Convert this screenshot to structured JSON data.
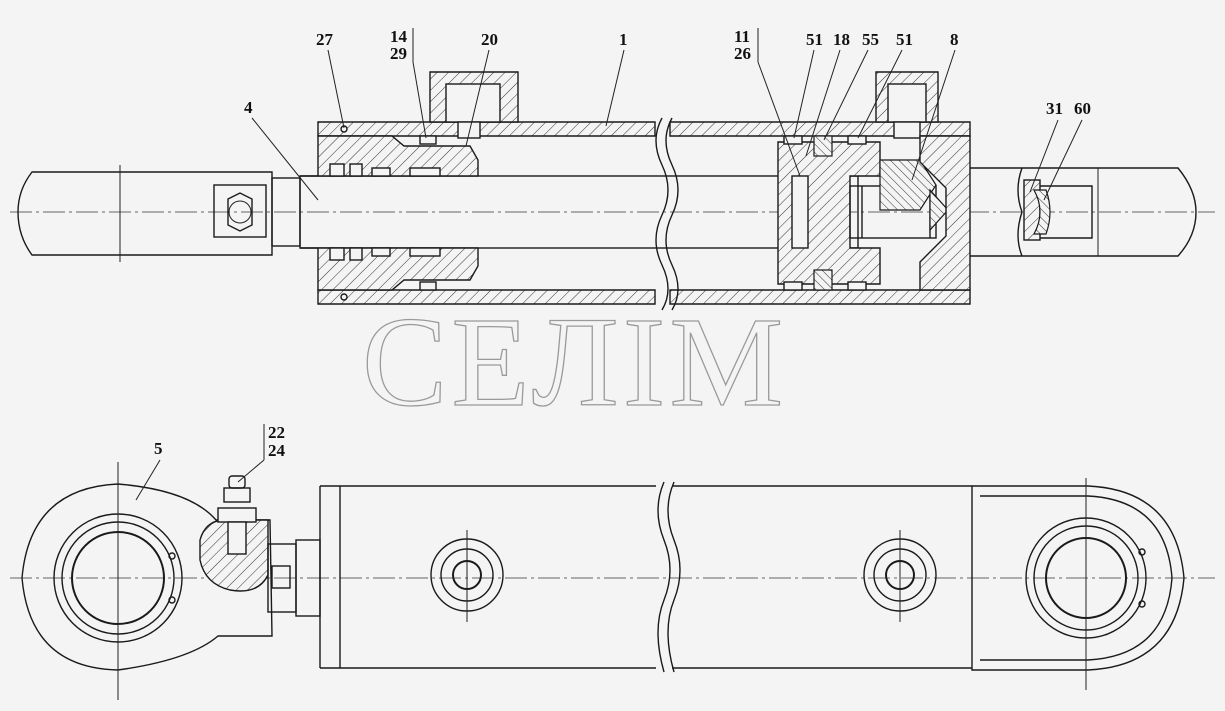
{
  "watermark": "СЕЛІМ",
  "colors": {
    "background": "#f4f4f4",
    "line": "#1a1a1a",
    "watermark": "#9a9a9a"
  },
  "callouts": {
    "c27": "27",
    "c14": "14",
    "c29": "29",
    "c20": "20",
    "c1": "1",
    "c4": "4",
    "c11": "11",
    "c26": "26",
    "c51a": "51",
    "c18": "18",
    "c55": "55",
    "c51b": "51",
    "c8": "8",
    "c31": "31",
    "c60": "60",
    "c5": "5",
    "c22": "22",
    "c24": "24"
  }
}
